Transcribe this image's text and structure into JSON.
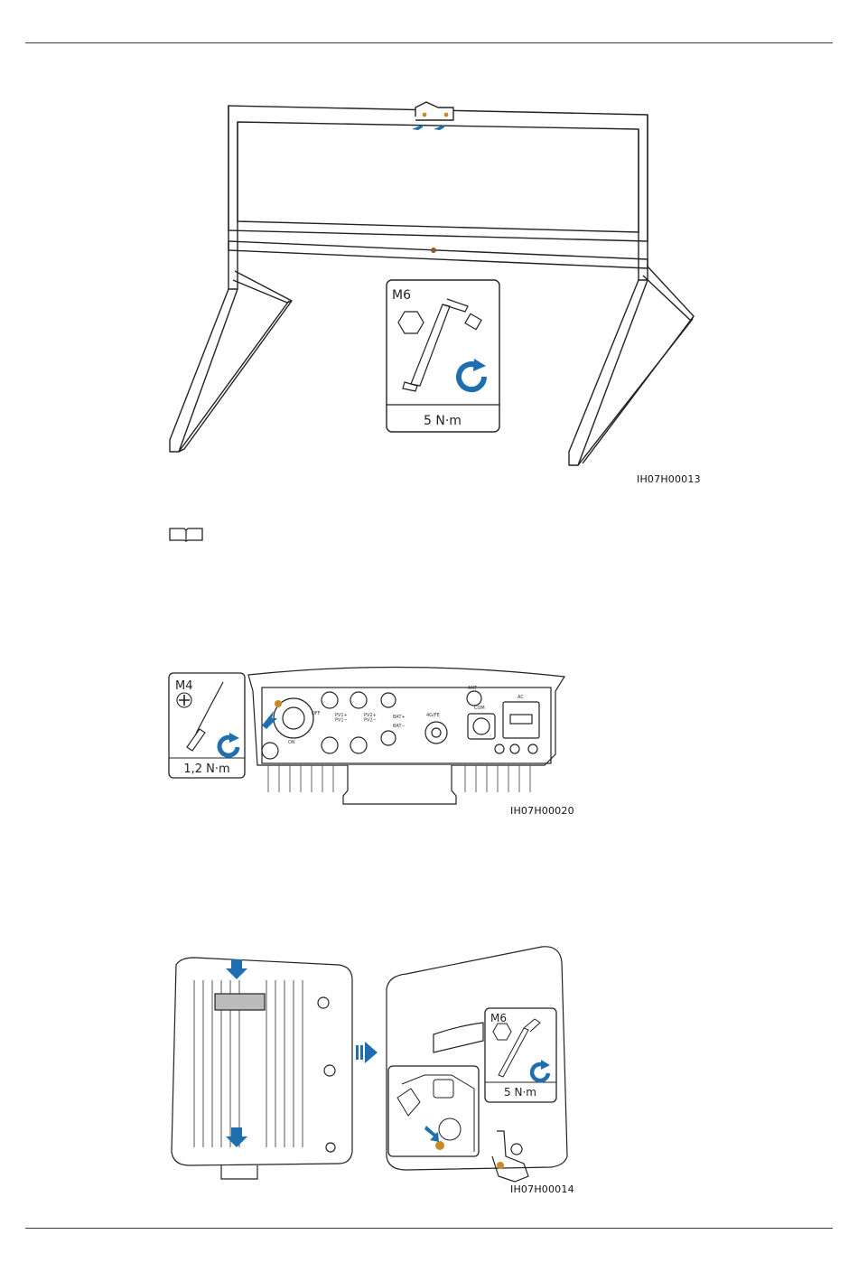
{
  "figures": [
    {
      "id": "IH07H00013",
      "callout": {
        "bolt": "M6",
        "torque": "5 N·m"
      }
    },
    {
      "id": "IH07H00020",
      "callout": {
        "bolt": "M4",
        "torque": "1,2 N·m"
      },
      "panel_labels": {
        "off": "OFF",
        "on": "ON",
        "pv1": "PV1+\nPV1−",
        "pv2": "PV2+\nPV2−",
        "bat_plus": "BAT+",
        "bat_minus": "BAT−",
        "fe": "4G/FE",
        "ant": "ANT",
        "com": "COM",
        "ac": "AC"
      }
    },
    {
      "id": "IH07H00014",
      "callout": {
        "bolt": "M6",
        "torque": "5 N·m"
      }
    }
  ],
  "colors": {
    "accent_blue": "#1f6fb0",
    "outline": "#222222",
    "screw": "#c98a2a"
  },
  "icons": {
    "note": "book-icon",
    "rotate": "rotate-clockwise-icon",
    "hex": "hex-bolt-icon",
    "cross": "phillips-icon"
  }
}
